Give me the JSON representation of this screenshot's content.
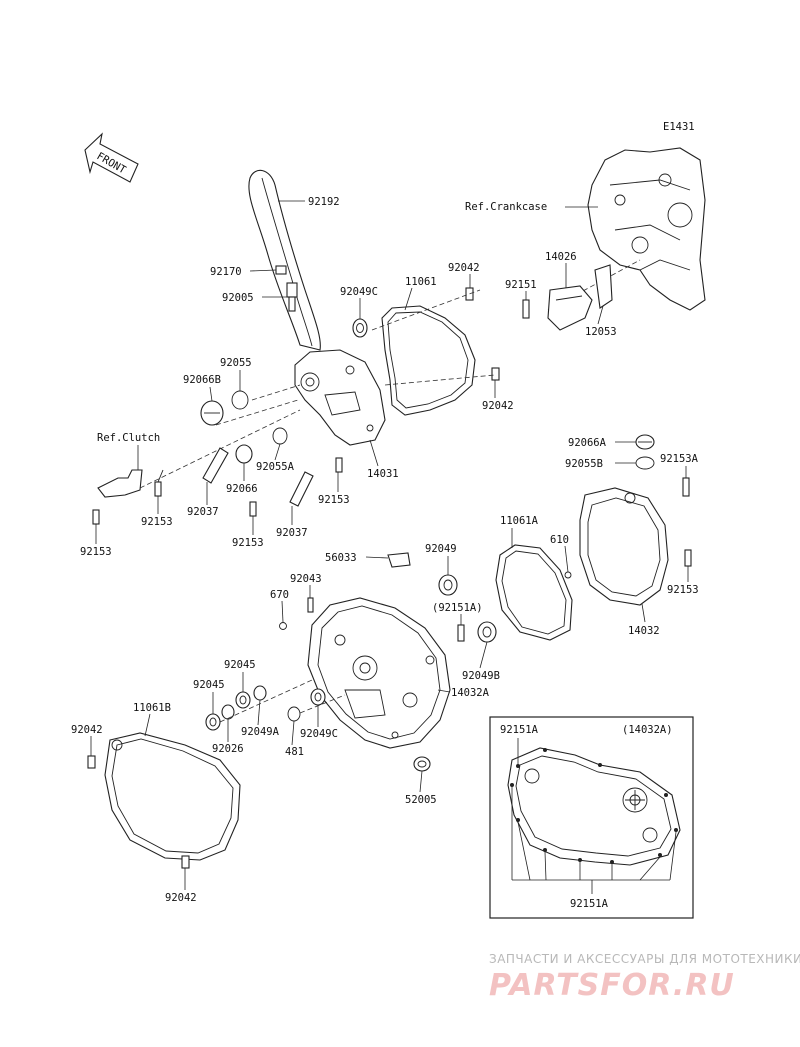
{
  "diagram_code": "E1431",
  "front_label": "FRONT",
  "references": {
    "crankcase": "Ref.Crankcase",
    "clutch": "Ref.Clutch"
  },
  "labels": {
    "p92192": "92192",
    "p92170": "92170",
    "p92005": "92005",
    "p92049C_top": "92049C",
    "p11061": "11061",
    "p92042_top": "92042",
    "p92055": "92055",
    "p92066B": "92066B",
    "p92042_mid": "92042",
    "p92055A": "92055A",
    "p14031": "14031",
    "p92066": "92066",
    "p92153_a": "92153",
    "p92153_b": "92153",
    "p92037_a": "92037",
    "p92153_c": "92153",
    "p92037_b": "92037",
    "p92153_d": "92153",
    "p14026": "14026",
    "p92151": "92151",
    "p12053": "12053",
    "p92066A": "92066A",
    "p92055B": "92055B",
    "p92153A": "92153A",
    "p11061A": "11061A",
    "p610": "610",
    "p92153_e": "92153",
    "p14032": "14032",
    "p56033": "56033",
    "p92049": "92049",
    "p92043": "92043",
    "p670": "670",
    "p92151A_paren": "(92151A)",
    "p92049B": "92049B",
    "p14032A": "14032A",
    "p92045_a": "92045",
    "p92045_b": "92045",
    "p92049A": "92049A",
    "p92026": "92026",
    "p481": "481",
    "p92049C_low": "92049C",
    "p52005": "52005",
    "p92042_left": "92042",
    "p11061B": "11061B",
    "p92042_bottom": "92042",
    "inset_92151A_top": "92151A",
    "inset_14032A": "(14032A)",
    "inset_92151A_bottom": "92151A"
  },
  "watermark": {
    "tagline": "ЗАПЧАСТИ И АКСЕССУАРЫ ДЛЯ МОТОТЕХНИКИ",
    "logo": "PARTSFOR.RU"
  }
}
